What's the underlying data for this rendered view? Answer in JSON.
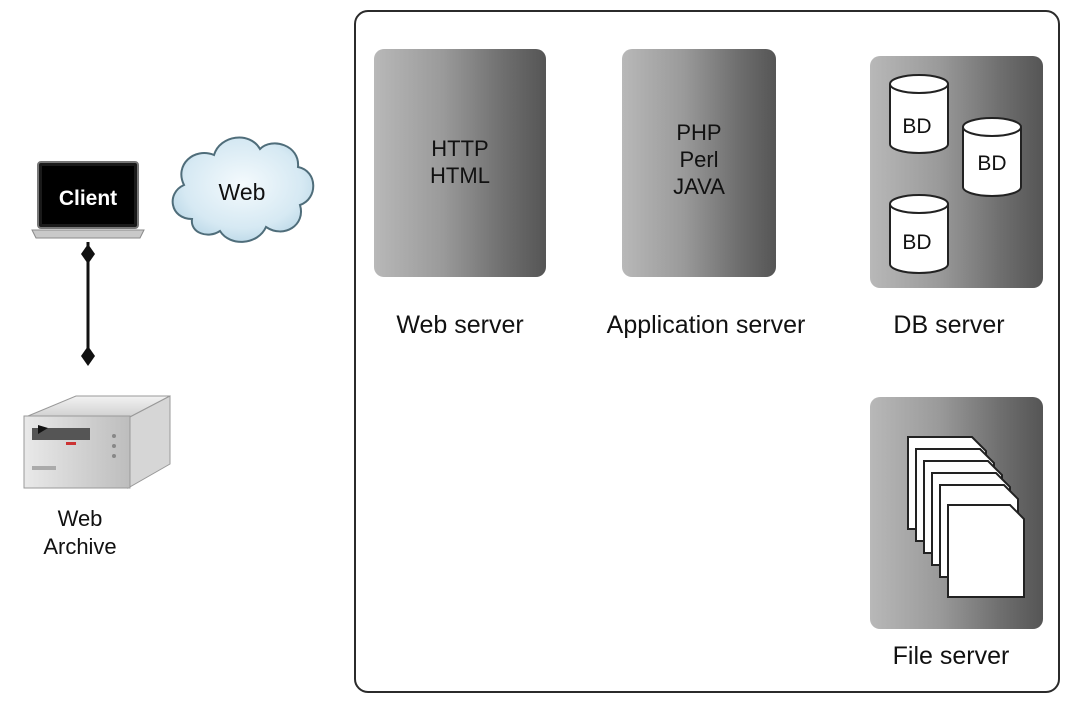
{
  "client": {
    "label": "Client"
  },
  "cloud": {
    "label": "Web"
  },
  "archive": {
    "label_line1": "Web",
    "label_line2": "Archive"
  },
  "servers": {
    "web": {
      "lines": [
        "HTTP",
        "HTML"
      ],
      "caption": "Web server"
    },
    "application": {
      "lines": [
        "PHP",
        "Perl",
        "JAVA"
      ],
      "caption": "Application server"
    },
    "db": {
      "db_labels": [
        "BD",
        "BD",
        "BD"
      ],
      "caption": "DB server"
    },
    "file": {
      "caption": "File server"
    }
  }
}
